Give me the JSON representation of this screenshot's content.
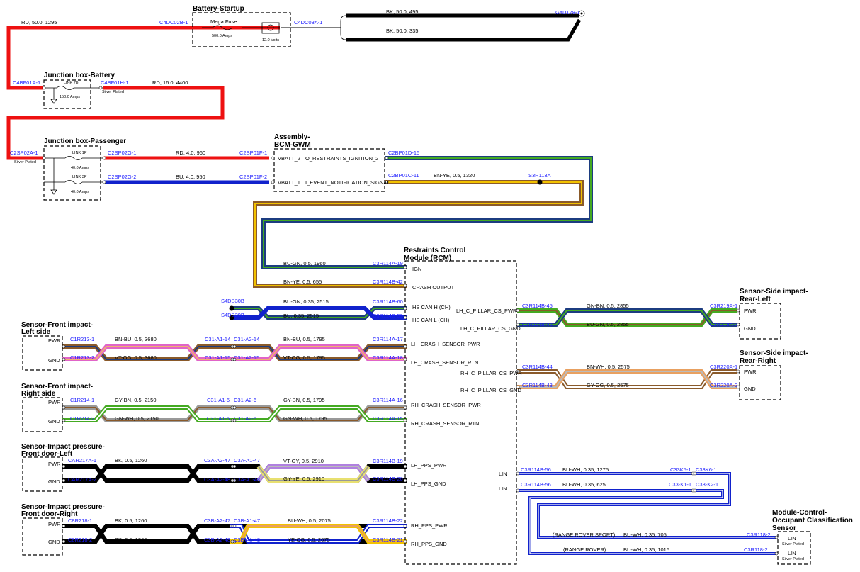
{
  "colors": {
    "red": "#ee1111",
    "blue": "#1122cc",
    "black": "#000000",
    "connector": "#1a1aff",
    "yellow": "#f2c200",
    "bugn": "#1c6fa0",
    "green": "#44aa22",
    "pink": "#e064c8",
    "bn": "#8a5a2a",
    "violet": "#b080e0",
    "ye_light": "#e8e070",
    "wh": "#ffffff",
    "og": "#e8a060",
    "gy": "#999999"
  },
  "icons": {
    "fuse": "fuse-icon",
    "ground": "ground-icon",
    "splice": "splice-dot-icon",
    "arrow": "down-arrow-icon"
  },
  "battery": {
    "title": "Battery-Startup",
    "fuse_label": "Mega Fuse",
    "fuse_amps": "500.0 Amps",
    "volts": "12.0 Volts",
    "conn_in": "C4DC02B-1",
    "conn_out": "C4DC03A-1"
  },
  "ground": {
    "conn": "G4D178-1",
    "wire1": "BK, 50.0, 495",
    "wire2": "BK, 50.0, 335"
  },
  "w_bat": "RD, 50.0, 1295",
  "jbb": {
    "title": "Junction box-Battery",
    "link": "LINK 7B",
    "amps": "150.0 Amps",
    "conn_in": "C4BF01A-1",
    "conn_out": "C4BF01H-1",
    "plating": "Silver Plated",
    "wire": "RD, 16.0, 4400"
  },
  "jbp": {
    "title": "Junction box-Passenger",
    "conn_in": "C2SP02A-1",
    "plating": "Silver Plated",
    "link1": "LINK 1P",
    "amps1": "40.0 Amps",
    "link2": "LINK 3P",
    "amps2": "40.0 Amps",
    "conn1": "C2SP02G-1",
    "conn2": "C2SP02G-2",
    "wire1": "RD, 4.0, 960",
    "wire2": "BU, 4.0, 950"
  },
  "bcm": {
    "title1": "Assembly-",
    "title2": "BCM-GWM",
    "conn1": "C2SP01F-1",
    "conn2": "C2SP01F-2",
    "pin1": "VBATT_2",
    "pin2": "VBATT_1",
    "sig1": "O_RESTRAINTS_IGNITION_2",
    "sig2": "I_EVENT_NOTIFICATION_SIGNAL",
    "out1": "C2BP01D-15",
    "out2": "C2BP01C-11",
    "wire2": "BN-YE, 0.5, 1320",
    "splice": "S3R113A"
  },
  "rcm": {
    "title1": "Restraints Control",
    "title2": "Module (RCM)",
    "pins": [
      {
        "conn": "C3R114A-19",
        "wire": "BU-GN, 0.5, 1960",
        "label": "IGN"
      },
      {
        "conn": "C3R114B-42",
        "wire": "BN-YE, 0.5, 655",
        "label": "CRASH OUTPUT"
      },
      {
        "conn": "C3R114B-60",
        "wire": "BU-GN, 0.35, 2515",
        "label": "HS CAN H (CH)"
      },
      {
        "conn": "C3R114B-59",
        "wire": "BU, 0.35, 2515",
        "label": "HS CAN L (CH)"
      },
      {
        "conn": "C3R114A-17",
        "wire": "BN-BU, 0.5, 1795",
        "label": "LH_CRASH_SENSOR_PWR"
      },
      {
        "conn": "C3R114A-18",
        "wire": "VT-OG, 0.5, 1795",
        "label": "LH_CRASH_SENSOR_RTN"
      },
      {
        "conn": "C3R114A-16",
        "wire": "GY-BN, 0.5, 1795",
        "label": "RH_CRASH_SENSOR_PWR"
      },
      {
        "conn": "C3R114A-15",
        "wire": "GN-WH, 0.5, 1795",
        "label": "RH_CRASH_SENSOR_RTN"
      },
      {
        "conn": "C3R114B-19",
        "wire": "VT-GY, 0.5, 2910",
        "label": "LH_PPS_PWR"
      },
      {
        "conn": "C3R114B-20",
        "wire": "GY-YE, 0.5, 2910",
        "label": "LH_PPS_GND"
      },
      {
        "conn": "C3R114B-22",
        "wire": "BU-WH, 0.5, 2075",
        "label": "RH_PPS_PWR"
      },
      {
        "conn": "C3R114B-21",
        "wire": "YE-OG, 0.5, 2075",
        "label": "RH_PPS_GND"
      }
    ],
    "right_pins": [
      {
        "label": "LH_C_PILLAR_CS_PWR",
        "conn": "C3R114B-45",
        "wire": "GN-BN, 0.5, 2855",
        "sensor_conn": "C3R219A-1"
      },
      {
        "label": "LH_C_PILLAR_CS_GND",
        "conn": "C3R114B-46",
        "wire": "BU-GN, 0.5, 2855",
        "sensor_conn": "C3R219A-2"
      },
      {
        "label": "RH_C_PILLAR_CS_PWR",
        "conn": "C3R114B-44",
        "wire": "BN-WH, 0.5, 2575",
        "sensor_conn": "C3R220A-1"
      },
      {
        "label": "RH_C_PILLAR_CS_GND",
        "conn": "C3R114B-43",
        "wire": "GY-OG, 0.5, 2575",
        "sensor_conn": "C3R220A-2"
      }
    ],
    "lin": [
      {
        "label": "LIN",
        "conn": "C3R114B-56",
        "wire": "BU-WH, 0.35, 1275",
        "c1": "C33K5-1",
        "c2": "C33K6-1"
      },
      {
        "label": "LIN",
        "conn": "C3R114B-56",
        "wire": "BU-WH, 0.35, 625",
        "c1": "C33-K1-1",
        "c2": "C33-K2-1"
      }
    ]
  },
  "splices": {
    "s1": "S4DB30B",
    "s2": "S4DB29B"
  },
  "sensors_left": [
    {
      "title1": "Sensor-Front impact-",
      "title2": "Left side",
      "p1": "PWR",
      "p2": "GND",
      "c1": "C1R213-1",
      "c2": "C1R213-2",
      "w1": "BN-BU, 0.5, 3680",
      "w2": "VT-OG, 0.5, 3680",
      "m1": "C31-A1-14",
      "m2": "C31-A2-14",
      "m3": "C31-A1-15",
      "m4": "C31-A2-15"
    },
    {
      "title1": "Sensor-Front impact-",
      "title2": "Right side",
      "p1": "PWR",
      "p2": "GND",
      "c1": "C1R214-1",
      "c2": "C1R214-2",
      "w1": "GY-BN, 0.5, 2150",
      "w2": "GN-WH, 0.5, 2150",
      "m1": "C31-A1-6",
      "m2": "C31-A2-6",
      "m3": "C31-A1-5",
      "m4": "C31-A2-5"
    },
    {
      "title1": "Sensor-Impact pressure-",
      "title2": "Front door-Left",
      "p1": "PWR",
      "p2": "GND",
      "c1": "CAR217A-1",
      "c2": "CAR217A-2",
      "w1": "BK, 0.5, 1260",
      "w2": "BK, 0.5, 1260",
      "m1": "C3A-A2-47",
      "m2": "C3A-A1-47",
      "m3": "C3A-A2-48",
      "m4": "C3A-A1-48"
    },
    {
      "title1": "Sensor-Impact pressure-",
      "title2": "Front door-Right",
      "p1": "PWR",
      "p2": "GND",
      "c1": "C8R218-1",
      "c2": "C8R218-2",
      "w1": "BK, 0.5, 1260",
      "w2": "BK, 0.5, 1260",
      "m1": "C3B-A2-47",
      "m2": "C3B-A1-47",
      "m3": "C3B-A2-48",
      "m4": "C3B-A1-48"
    }
  ],
  "sensors_right": [
    {
      "title1": "Sensor-Side impact-",
      "title2": "Rear-Left",
      "p1": "PWR",
      "p2": "GND"
    },
    {
      "title1": "Sensor-Side impact-",
      "title2": "Rear-Right",
      "p1": "PWR",
      "p2": "GND"
    }
  ],
  "occ": {
    "title1": "Module-Control-",
    "title2": "Occupant Classification",
    "title3": "Sensor",
    "conn1": "C3R118-2",
    "conn2": "C3R118-2",
    "note1": "(RANGE ROVER SPORT)",
    "note2": "(RANGE ROVER)",
    "wire1": "BU-WH, 0.35, 705",
    "wire2": "BU-WH, 0.35, 1015",
    "pin1": "LIN",
    "pin2": "LIN",
    "plating": "Silver Plated"
  }
}
